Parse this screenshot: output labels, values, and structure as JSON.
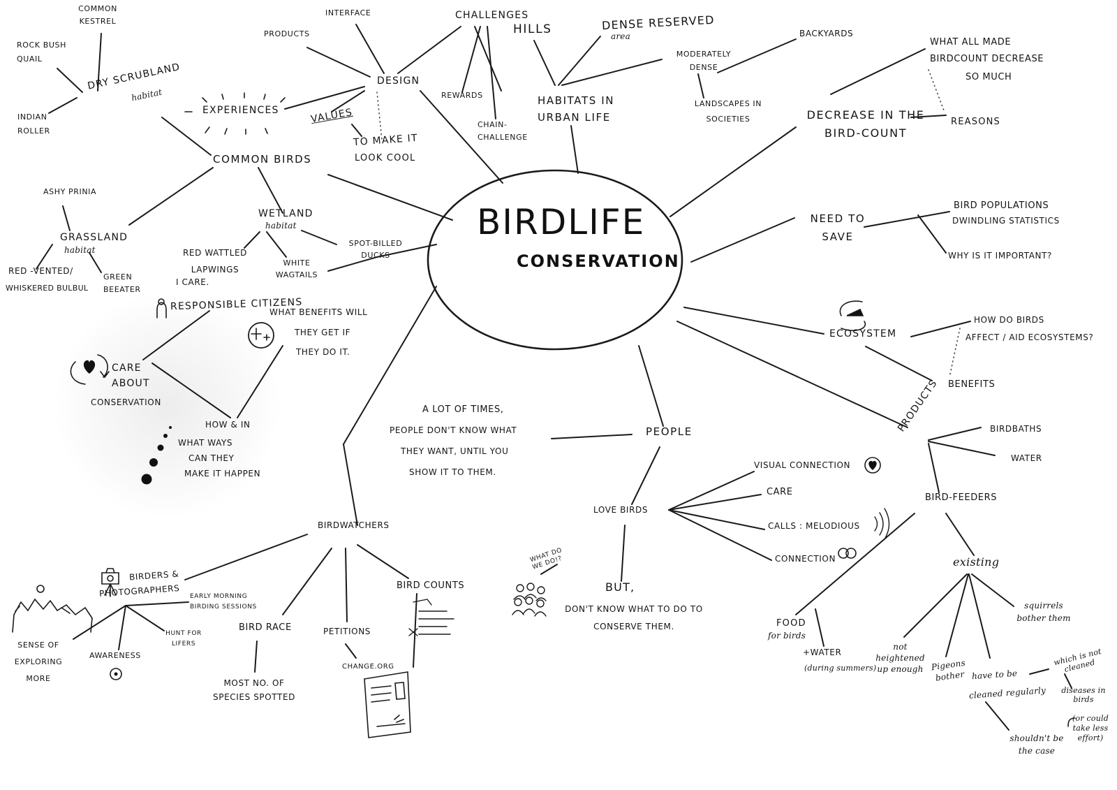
{
  "center": {
    "title": "BIRDLIFE",
    "subtitle": "CONSERVATION"
  },
  "nodes": {
    "common_kestrel": "COMMON KESTREL",
    "rock_bush_quail": "ROCK BUSH QUAIL",
    "dry_scrubland": "DRY SCRUBLAND",
    "habitat": "habitat",
    "indian_roller": "INDIAN ROLLER",
    "products_top": "PRODUCTS",
    "interface": "INTERFACE",
    "challenges": "CHALLENGES",
    "hills": "HILLS",
    "dense_reserved": "DENSE reserved",
    "area": "area",
    "moderately_dense": "MODERATELY DENSE",
    "backyards": "BACKYARDS",
    "what_all_made": "WHAT ALL MADE",
    "birdcount_decrease": "BIRDCOUNT DECREASE",
    "so_much": "SO MUCH",
    "design": "DESIGN",
    "experiences": "EXPERIENCES",
    "values": "VALUES",
    "to_make_it": "TO MAKE IT",
    "look_cool": "LOOK COOL",
    "rewards": "REWARDS",
    "chain_challenge": "CHAIN- CHALLENGE",
    "habitats_urban": "HABITATS IN URBAN LIFE",
    "landscapes": "LANDSCAPES IN SOCIETIES",
    "decrease": "DECREASE IN THE BIRD-COUNT",
    "reasons": "REASONS",
    "common_birds": "COMMON BIRDS",
    "ashy_prinia": "ASHY PRINIA",
    "grassland": "GRASSLAND",
    "wetland": "WETLAND",
    "spot_billed": "SPOT-BILLED DUCKS",
    "red_wattled": "RED WATTLED LAPWINGS",
    "white_wagtails": "WHITE WAGTAILS",
    "red_vented": "RED -VENTED/",
    "whiskered": "WHISKERED BULBUL",
    "green_beeater": "GREEN BEEATER",
    "i_care": "I CARE.",
    "responsible": "RESPONSIBLE CITIZENS",
    "what_benefits": "WHAT BENEFITS WILL",
    "they_get": "THEY GET IF",
    "they_do": "THEY DO IT.",
    "need_to_save": "NEED TO SAVE",
    "bird_populations": "BIRD POPULATIONS",
    "dwindling": "DWINDLING STATISTICS",
    "why_important": "WHY IS IT IMPORTANT?",
    "ecosystem": "ECOSYSTEM",
    "how_do_birds": "HOW DO BIRDS",
    "affect_aid": "AFFECT / AID ECOSYSTEMS?",
    "benefits": "BENEFITS",
    "care_about": "CARE ABOUT",
    "conservation": "CONSERVATION",
    "how_in": "HOW & IN",
    "what_ways": "WHAT WAYS",
    "can_they": "CAN THEY",
    "make_happen": "MAKE IT HAPPEN",
    "a_lot_of_times": "A LOT OF TIMES,",
    "people_dont_know": "PEOPLE DON'T KNOW WHAT",
    "they_want": "THEY WANT, UNTIL YOU",
    "show_it": "SHOW IT TO THEM.",
    "people": "PEOPLE",
    "products_right": "PRODUCTS",
    "birdbaths": "BIRDBATHS",
    "water": "WATER",
    "visual_connection": "VISUAL CONNECTION",
    "care": "CARE",
    "calls": "CALLS : melodious",
    "connection": "CONNECTION",
    "love_birds": "LOVE BIRDS",
    "bird_feeders": "BIRD-FEEDERS",
    "birdwatchers": "BIRDWATCHERS",
    "birders": "BIRDERS &",
    "photographers": "PHOTOGRAPHERS",
    "early_morning": "EARLY MORNING BIRDING SESSIONS",
    "hunt_lifers": "HUNT FOR LIFERS",
    "awareness": "AWARENESS",
    "sense_exploring": "SENSE OF EXPLORING MORE",
    "bird_race": "BIRD RACE",
    "most_species": "MOST NO. OF SPECIES SPOTTED",
    "petitions": "PETITIONS",
    "change_org": "CHANGE.ORG",
    "bird_counts": "BIRD COUNTS",
    "what_do_we_do": "WHAT DO WE DO!?",
    "but": "BUT,",
    "dont_know_conserve": "DON'T KNOW WHAT TO DO TO CONSERVE THEM.",
    "existing": "existing",
    "food": "FOOD",
    "for_birds": "for birds",
    "plus_water": "+WATER",
    "during_summers": "(during summers)",
    "not_heightened": "not heightened up enough",
    "pigeons": "Pigeons bother",
    "have_to_be": "have to be",
    "cleaned_regularly": "cleaned regularly",
    "which_not": "which is not cleaned",
    "diseases": "diseases in birds",
    "squirrels": "squirrels bother them",
    "shouldnt": "shouldn't be the case",
    "or_could": "(or could take less effort)"
  }
}
